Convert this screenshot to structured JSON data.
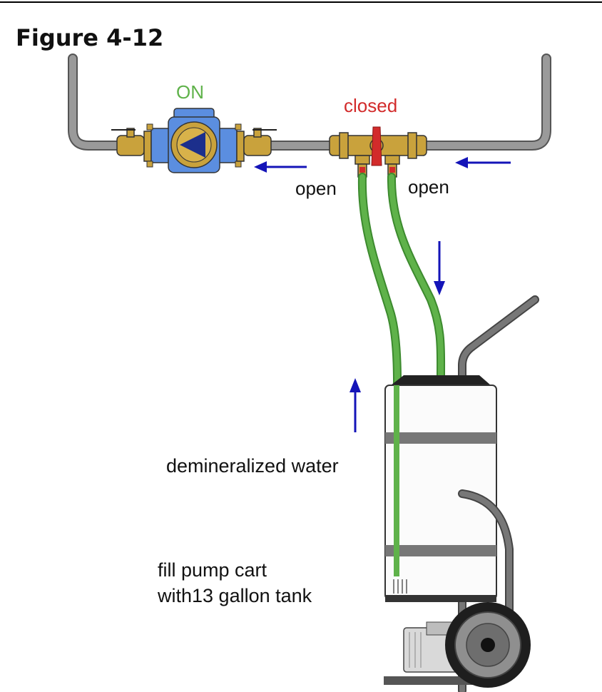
{
  "figure": {
    "title": "Figure 4-12",
    "circulator_state": "ON",
    "valve_state": "closed",
    "left_drain_state": "open",
    "right_drain_state": "open",
    "fluid_label": "demineralized water",
    "cart_label_line1": "fill pump cart",
    "cart_label_line2": "with13 gallon tank"
  },
  "colors": {
    "pipe": "#8c8c8c",
    "hose": "#5fb24a",
    "brass": "#c9a23c",
    "pump_blue": "#5b8ee0",
    "arrow": "#1414b8",
    "on_text": "#5fb24a",
    "closed_text": "#d22b2b",
    "cart": "#666666"
  },
  "icons": [
    "circulator-pump-icon",
    "ball-valve-icon",
    "purge-valve-icon",
    "drain-valve-icon",
    "flow-arrow-icon",
    "fill-cart-icon"
  ]
}
